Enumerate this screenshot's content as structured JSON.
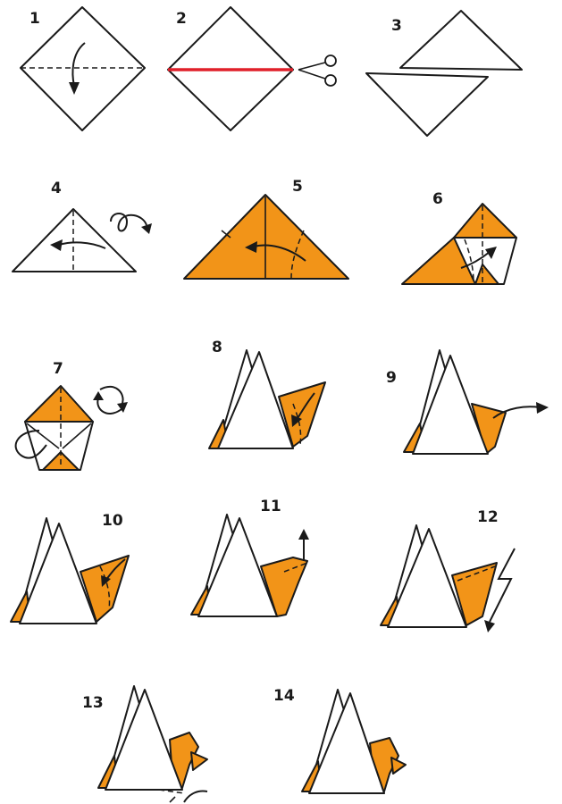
{
  "colors": {
    "paper_white": "#ffffff",
    "paper_orange": "#f29418",
    "cut_line": "#e0202a",
    "outline": "#1a1a1a"
  },
  "steps": [
    {
      "label": "1"
    },
    {
      "label": "2"
    },
    {
      "label": "3"
    },
    {
      "label": "4"
    },
    {
      "label": "5"
    },
    {
      "label": "6"
    },
    {
      "label": "7"
    },
    {
      "label": "8"
    },
    {
      "label": "9"
    },
    {
      "label": "10"
    },
    {
      "label": "11"
    },
    {
      "label": "12"
    },
    {
      "label": "13"
    },
    {
      "label": "14"
    }
  ],
  "icons": [
    "scissors-icon",
    "flip-over-icon",
    "rotate-icon",
    "fold-arrow-icon",
    "zigzag-fold-icon"
  ]
}
